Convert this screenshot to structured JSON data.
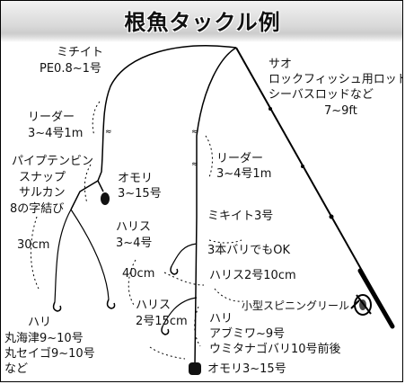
{
  "title": "根魚タックル例",
  "labels": {
    "main_line": [
      "ミチイト",
      "PE0.8~1号"
    ],
    "rod": [
      "サオ",
      "ロックフィッシュ用ロッド",
      "シーバスロッドなど",
      "7~9ft"
    ],
    "leader_left": [
      "リーダー",
      "3~4号1m"
    ],
    "swivel": [
      "パイプテンビン",
      "スナップ",
      "サルカン",
      "8の字結び"
    ],
    "sinker_left": [
      "オモリ",
      "3~15号"
    ],
    "harisu_left": [
      "ハリス",
      "3~4号"
    ],
    "len_30": "30cm",
    "len_40": "40cm",
    "hook_left": [
      "ハリ",
      "丸海津9~10号",
      "丸セイゴ9~10号",
      "など"
    ],
    "leader_right": [
      "リーダー",
      "3~4号1m"
    ],
    "mikito": "ミキイト3号",
    "three_hooks": "3本バリでもOK",
    "harisu_right_top": "ハリス2号10cm",
    "reel": "小型スピニングリール",
    "harisu_right_bottom": [
      "ハリス",
      "2号15cm"
    ],
    "hook_right": [
      "ハリ",
      "アブミワ~9号",
      "ウミタナゴバリ10号前後"
    ],
    "sinker_right": "オモリ3~15号"
  }
}
